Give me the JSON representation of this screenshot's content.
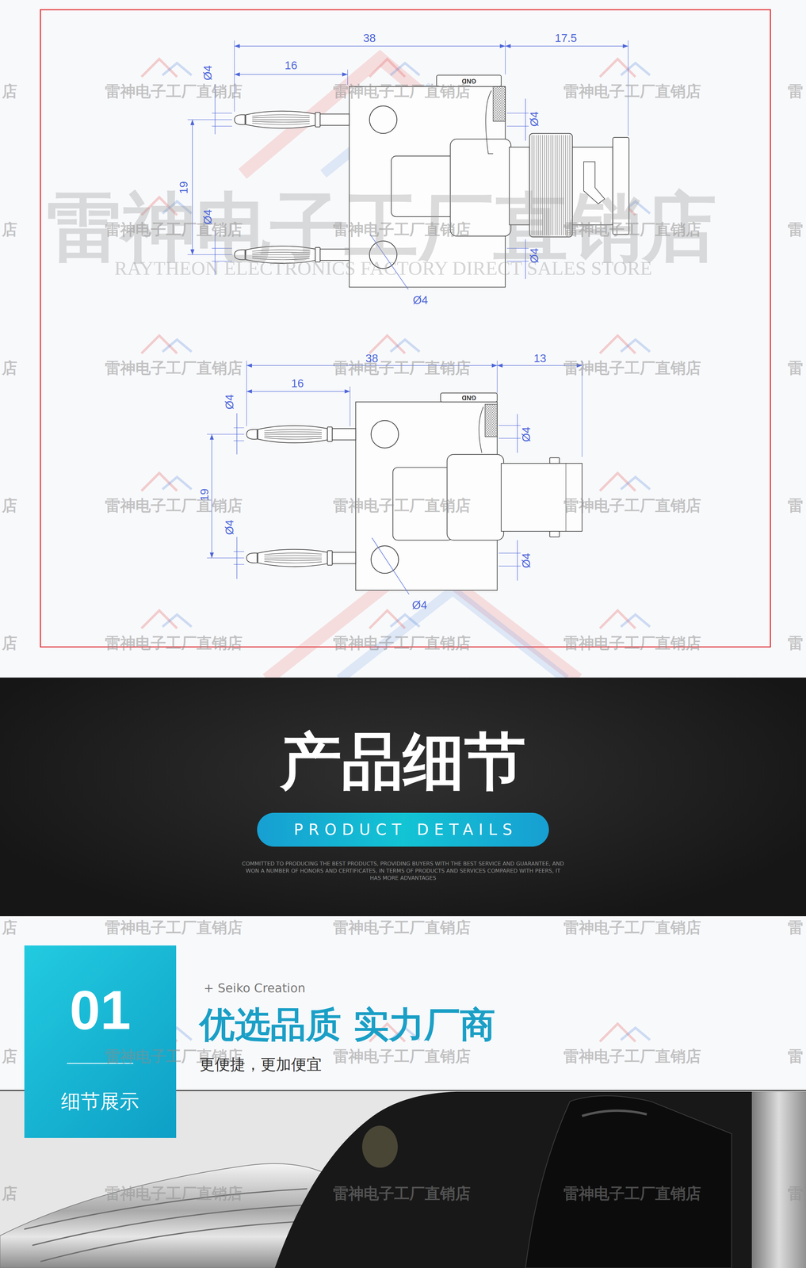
{
  "diagram": {
    "nodes": [
      {
        "text": [
          "产品细节",
          "COMMITTED TO PRODUCING THE BEST PRODUCTS, PROVIDING BUYERS WITH THE BEST SERVICE AND GUARANTEE, AND WON A NUMBER OF HONORS AND CERTIFICATES, IN TERMS OF PRODUCTS AND SERVICES COMPARED WITH PEERS, IT HAS MORE ADVANTAGES"
        ]
      },
      {
        "text": [
          "PRODUCT DETAILS"
        ],
        "in": 0
      },
      {
        "text": [
          "01",
          "细节展示"
        ]
      }
    ],
    "labels": [
      "店",
      "雷神电子工厂直销店",
      "雷神电子工厂直销店",
      "雷神电子工厂直销店",
      "雷",
      "店",
      "雷神电子工厂直销店",
      "雷神电子工厂直销店",
      "雷神电子工厂直销店",
      "雷",
      "店",
      "雷神电子工厂直销店",
      "雷神电子工厂直销店",
      "雷神电子工厂直销店",
      "雷",
      "店",
      "雷神电子工厂直销店",
      "雷神电子工厂直销店",
      "雷神电子工厂直销店",
      "雷",
      "店",
      "雷神电子工厂直销店",
      "雷神电子工厂直销店",
      "雷神电子工厂直销店",
      "雷",
      "店",
      "雷神电子工厂直销店",
      "雷神电子工厂直销店",
      "雷神电子工厂直销店",
      "雷",
      "店",
      "雷神电子工厂直销店",
      "雷神电子工厂直销店",
      "雷神电子工厂直销店",
      "雷",
      "店",
      "雷神电子工厂直销店",
      "雷神电子工厂直销店",
      "雷神电子工厂直销店",
      "雷",
      "雷神电子工厂直销店",
      "RAYTHEON ELECTRONICS FACTORY DIRECT SALES STORE",
      "38",
      "17.5",
      "16",
      "GND",
      "Ø4",
      "Ø4",
      "19",
      "Ø4",
      "Ø4",
      "Ø4",
      "38",
      "13",
      "16",
      "GND",
      "Ø4",
      "Ø4",
      "19",
      "Ø4",
      "Ø4",
      "Ø4",
      "+ Seiko Creation",
      "优选品质 实力厂商",
      "更便捷，更加便宜"
    ]
  }
}
